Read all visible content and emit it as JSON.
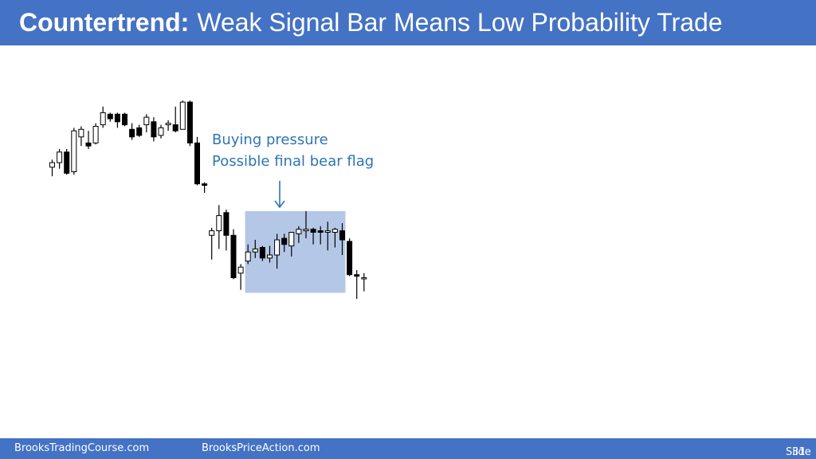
{
  "header": {
    "title_bold": "Countertrend:",
    "title_rest": "Weak Signal Bar Means Low Probability Trade"
  },
  "annotation": {
    "line1": "Buying pressure",
    "line2": "Possible final bear flag",
    "arrow_icon": "down-arrow-icon"
  },
  "footer": {
    "left": "BrooksTradingCourse.com",
    "center": "BrooksPriceAction.com",
    "slide_label": "Slide",
    "slide_number": "31"
  },
  "colors": {
    "header_bg": "#4472c4",
    "annotation": "#2e75b6",
    "highlight": "#b4c7e7",
    "candle": "#000000"
  },
  "chart_data": {
    "type": "candlestick",
    "title": "",
    "xlabel": "",
    "ylabel": "",
    "ylim": [
      0,
      100
    ],
    "candles": [
      {
        "o": 28,
        "h": 33,
        "l": 22,
        "c": 31
      },
      {
        "o": 31,
        "h": 40,
        "l": 27,
        "c": 38
      },
      {
        "o": 38,
        "h": 40,
        "l": 23,
        "c": 24
      },
      {
        "o": 25,
        "h": 54,
        "l": 23,
        "c": 52
      },
      {
        "o": 48,
        "h": 55,
        "l": 42,
        "c": 53
      },
      {
        "o": 44,
        "h": 52,
        "l": 40,
        "c": 42
      },
      {
        "o": 44,
        "h": 57,
        "l": 43,
        "c": 55
      },
      {
        "o": 56,
        "h": 68,
        "l": 54,
        "c": 64
      },
      {
        "o": 63,
        "h": 64,
        "l": 58,
        "c": 60
      },
      {
        "o": 63,
        "h": 64,
        "l": 54,
        "c": 58
      },
      {
        "o": 63,
        "h": 64,
        "l": 55,
        "c": 56
      },
      {
        "o": 53,
        "h": 57,
        "l": 46,
        "c": 48
      },
      {
        "o": 54,
        "h": 56,
        "l": 48,
        "c": 49
      },
      {
        "o": 56,
        "h": 63,
        "l": 51,
        "c": 61
      },
      {
        "o": 58,
        "h": 61,
        "l": 45,
        "c": 48
      },
      {
        "o": 49,
        "h": 56,
        "l": 47,
        "c": 54
      },
      {
        "o": 56,
        "h": 59,
        "l": 52,
        "c": 57
      },
      {
        "o": 56,
        "h": 68,
        "l": 51,
        "c": 52
      },
      {
        "o": 53,
        "h": 72,
        "l": 53,
        "c": 71
      },
      {
        "o": 71,
        "h": 72,
        "l": 42,
        "c": 44
      },
      {
        "o": 44,
        "h": 48,
        "l": 16,
        "c": 17
      },
      {
        "o": 17,
        "h": 18,
        "l": 11,
        "c": 16
      },
      {
        "o": -17,
        "h": -12,
        "l": -33,
        "c": -14
      },
      {
        "o": -14,
        "h": 3,
        "l": -26,
        "c": -4
      },
      {
        "o": -2,
        "h": 0,
        "l": -27,
        "c": -17
      },
      {
        "o": -17,
        "h": -13,
        "l": -46,
        "c": -45
      },
      {
        "o": -42,
        "h": -36,
        "l": -53,
        "c": -38
      },
      {
        "o": -34,
        "h": -23,
        "l": -36,
        "c": -28
      },
      {
        "o": -28,
        "h": -20,
        "l": -32,
        "c": -26
      },
      {
        "o": -25,
        "h": -24,
        "l": -34,
        "c": -32
      },
      {
        "o": -32,
        "h": -24,
        "l": -35,
        "c": -30
      },
      {
        "o": -30,
        "h": -16,
        "l": -39,
        "c": -20
      },
      {
        "o": -19,
        "h": -16,
        "l": -28,
        "c": -23
      },
      {
        "o": -24,
        "h": -16,
        "l": -31,
        "c": -15
      },
      {
        "o": -16,
        "h": -11,
        "l": -22,
        "c": -13
      },
      {
        "o": -14,
        "h": -1,
        "l": -19,
        "c": -13
      },
      {
        "o": -13,
        "h": -12,
        "l": -23,
        "c": -15
      },
      {
        "o": -14,
        "h": -11,
        "l": -23,
        "c": -15
      },
      {
        "o": -15,
        "h": -8,
        "l": -27,
        "c": -14
      },
      {
        "o": -15,
        "h": -12,
        "l": -25,
        "c": -13
      },
      {
        "o": -14,
        "h": -9,
        "l": -30,
        "c": -20
      },
      {
        "o": -21,
        "h": -19,
        "l": -44,
        "c": -43
      },
      {
        "o": -43,
        "h": -40,
        "l": -59,
        "c": -44
      },
      {
        "o": -45,
        "h": -42,
        "l": -54,
        "c": -45
      }
    ],
    "highlight_range": {
      "from_index": 27,
      "to_index": 40,
      "low": -55,
      "high": -1
    }
  }
}
